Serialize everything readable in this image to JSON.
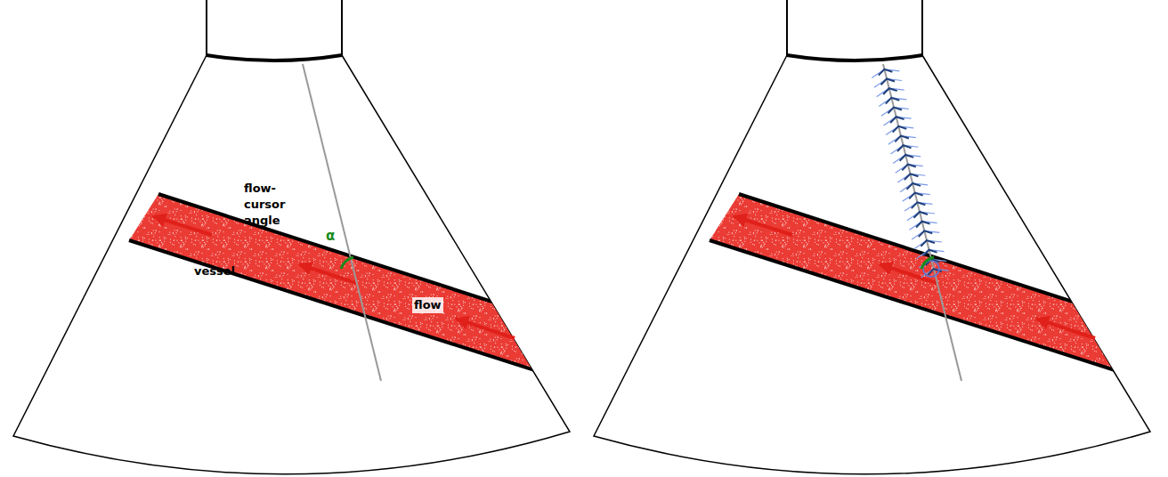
{
  "diagram": {
    "labels": [
      "flow-cursor angle",
      "α",
      "vessel",
      "flow"
    ]
  }
}
